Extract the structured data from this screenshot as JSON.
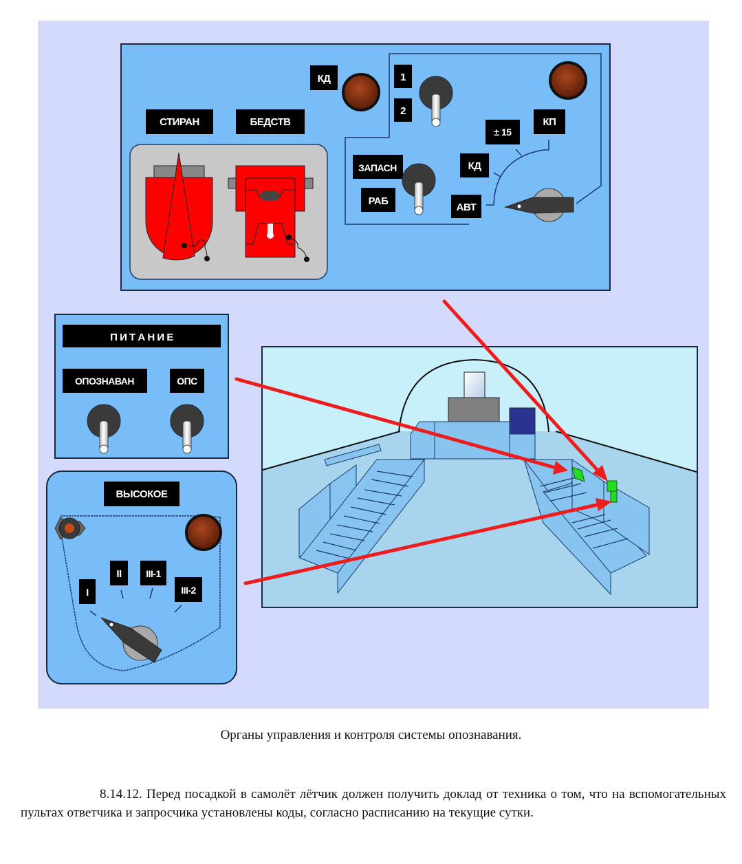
{
  "top_panel": {
    "labels": {
      "kd_top": "КД",
      "stiran": "СТИРАН",
      "bedstv": "БЕДСТВ",
      "pos_1": "1",
      "pos_2": "2",
      "zapasn": "ЗАПАСН",
      "rab": "РАБ",
      "pm15": "± 15",
      "kp": "КП",
      "kd_dial": "КД",
      "avt": "АВТ"
    }
  },
  "power_panel": {
    "title": "П И Т А Н И Е",
    "left_switch": "ОПОЗНАВАН",
    "right_switch": "ОПС"
  },
  "mode_panel": {
    "title": "ВЫСОКОЕ",
    "positions": [
      "I",
      "II",
      "III-1",
      "III-2"
    ]
  },
  "colors": {
    "frame_bg": "#d4dafc",
    "panel_blue": "#78bdf7",
    "label_black": "#000000",
    "arrow_red": "#ee1c1c",
    "guard_red": "#ff0000",
    "indicator_green": "#22dd22",
    "lamp_brown": "#7a2a10"
  },
  "caption": "Органы управления и контроля системы опознавания.",
  "paragraph": "8.14.12.  Перед посадкой в самолёт лётчик должен получить доклад от техника о том, что на вспомогательных пультах ответчика и запросчика установлены коды, согласно расписанию на текущие сутки."
}
